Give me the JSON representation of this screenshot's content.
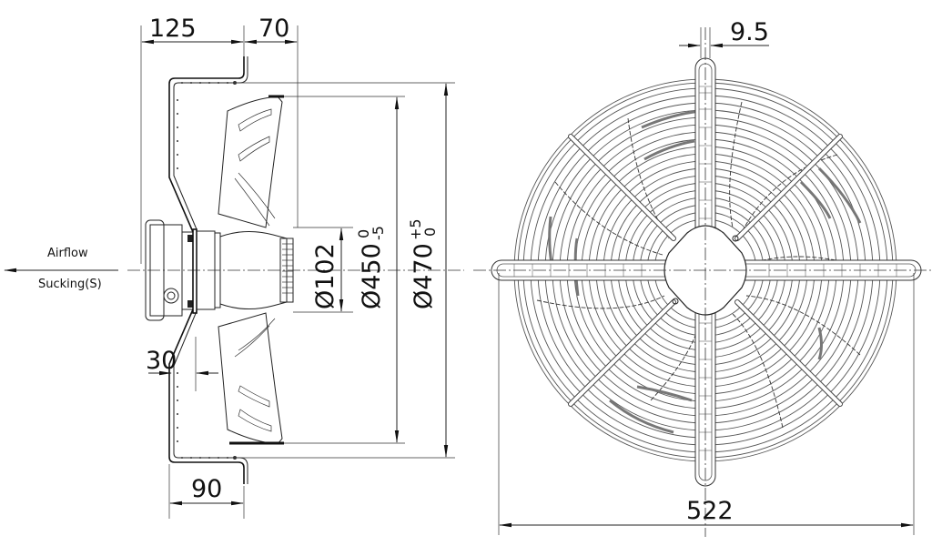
{
  "title": "Axial fan dimension drawing",
  "side_view": {
    "airflow_label": "Airflow",
    "airflow_mode": "Sucking(S)",
    "dims": {
      "flange_depth": "125",
      "flange_offset": "70",
      "inner_offset": "30",
      "bottom_depth": "90",
      "hub_diameter": "Ø102",
      "blade_diameter": "Ø450",
      "blade_tol_upper": "0",
      "blade_tol_lower": "-5",
      "ring_diameter": "Ø470",
      "ring_tol_upper": "+5",
      "ring_tol_lower": "0"
    }
  },
  "front_view": {
    "dims": {
      "arm_width": "9.5",
      "overall_width": "522"
    }
  },
  "colors": {
    "line": "#222222",
    "background": "#ffffff"
  }
}
